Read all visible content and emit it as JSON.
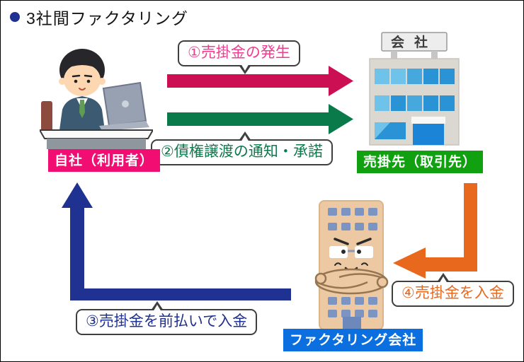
{
  "title": {
    "text": "3社間ファクタリング",
    "bullet_color": "#1f3191"
  },
  "entities": {
    "client": {
      "label": "自社（利用者）",
      "label_bg": "#f20d73",
      "label_text_color": "#ffffff"
    },
    "customer": {
      "label": "売掛先（取引先）",
      "label_bg": "#10a010",
      "label_text_color": "#ffffff",
      "building_sign": "会社"
    },
    "factoring": {
      "label": "ファクタリング会社",
      "label_bg": "#0b6fe0",
      "label_text_color": "#ffffff"
    }
  },
  "flows": [
    {
      "step": "1",
      "label": "①売掛金の発生",
      "from": "自社（利用者）",
      "to": "売掛先（取引先）",
      "arrow_color": "#cc0e53",
      "text_color": "#ee3d8f"
    },
    {
      "step": "2",
      "label": "②債権譲渡の通知・承諾",
      "from": "自社（利用者）",
      "to": "売掛先（取引先）",
      "arrow_color": "#0b7a4b",
      "text_color": "#0b7a4b"
    },
    {
      "step": "3",
      "label": "③売掛金を前払いで入金",
      "from": "ファクタリング会社",
      "to": "自社（利用者）",
      "arrow_color": "#1f3191",
      "text_color": "#1f3191"
    },
    {
      "step": "4",
      "label": "④売掛金を入金",
      "from": "売掛先（取引先）",
      "to": "ファクタリング会社",
      "arrow_color": "#e8691e",
      "text_color": "#e8691e"
    }
  ]
}
